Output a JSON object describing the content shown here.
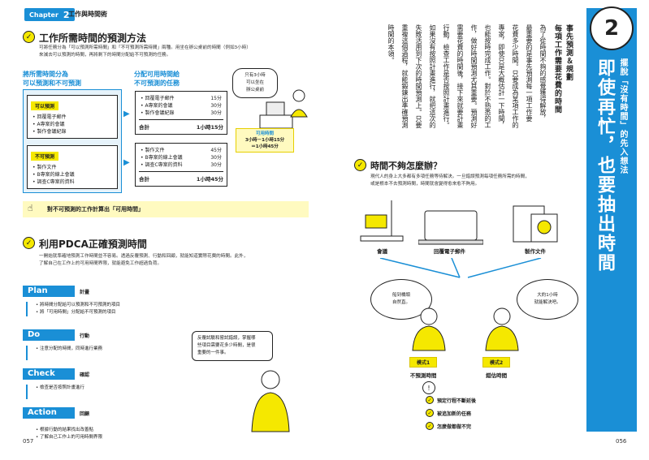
{
  "header": {
    "chapter_word": "Chapter",
    "chapter_num": "2",
    "chapter_title": "工作與時間術"
  },
  "sec1": {
    "title": "工作所需時間的預測方法",
    "body1": "可將任務分為「可以預測所需時間」和「不可預測所需時間」兩種。用坐在辦公桌前的時間（例如3小時）",
    "body2": "來減去可以預測的時間，再將剩下的時間分配給不可預測的任務。"
  },
  "diagram": {
    "left_head1": "將所需時間分為",
    "left_head2": "可以預測和不可預測",
    "mid_head1": "分配可用時間給",
    "mid_head2": "不可預測的任務",
    "bubble1": "只有3小時",
    "bubble2": "可以坐在",
    "bubble3": "辦公桌前",
    "pred_tag": "可以預測",
    "pred_items": [
      "回覆電子郵件",
      "A專案的會議",
      "製作會議紀錄"
    ],
    "unpred_tag": "不可預測",
    "unpred_items": [
      "製作文件",
      "B專案的線上會議",
      "調查C專案的資料"
    ],
    "pred_alloc": [
      {
        "task": "回覆電子郵件",
        "time": "15分"
      },
      {
        "task": "A專案的會議",
        "time": "30分"
      },
      {
        "task": "製作會議紀錄",
        "time": "30分"
      }
    ],
    "pred_total_label": "合計",
    "pred_total": "1小時15分",
    "unpred_alloc": [
      {
        "task": "製作文件",
        "time": "45分"
      },
      {
        "task": "B專案的線上會議",
        "time": "30分"
      },
      {
        "task": "調查C專案的資料",
        "time": "30分"
      }
    ],
    "unpred_total_label": "合計",
    "unpred_total": "1小時45分",
    "avail1": "可用時間",
    "avail2": "3小時－1小時15分",
    "avail3": "＝1小時45分",
    "caption": "對不可預測的工作計算出「可用時間」"
  },
  "sec2": {
    "title": "利用PDCA正確預測時間",
    "body1": "一開始就準確地預測工作時間並不容易。透過反覆預測、行動和回顧，就能知道實際花費的時間。此外，",
    "body2": "了解自己在工作上的可用時間界限，就能避免工作超過負荷。"
  },
  "pdca": [
    {
      "tag": "Plan",
      "label": "計畫",
      "items": [
        "將時間分配給可以預測和不可預測的項目",
        "將「可用時間」分配給不可預測的項目"
      ]
    },
    {
      "tag": "Do",
      "label": "行動",
      "items": [
        "注意分配的時間，同時進行業務"
      ]
    },
    {
      "tag": "Check",
      "label": "確認",
      "items": [
        "檢查是否按照計畫進行"
      ]
    },
    {
      "tag": "Action",
      "label": "回顧",
      "items": [
        "根據行動的結果找出改善點",
        "了解自己工作上的可用時間界限"
      ]
    }
  ],
  "speech": {
    "l1": "反覆試驗和嘗試錯誤，掌握哪",
    "l2": "些項目需要花多少時間，是很",
    "l3": "重要的一件事。"
  },
  "pages": {
    "left": "057",
    "right": "056"
  },
  "right": {
    "big_num": "2",
    "sub_title": "擺脫「沒有時間」的先入想法",
    "main_title": "即使再忙，也要抽出時間",
    "col_head": "事先預測＆規劃",
    "col_head2": "每項工作需要花費的時間",
    "col_lines": [
      "為了從時間不夠的感覺獲得解放，",
      "最重要的是事先預測每一項工作要",
      "花費多少時間。只要成為某項工作的",
      "專家，即使只是大概估計一下時間，",
      "也能按時完成工作。對於不熟悉的工",
      "作，做好時間預測尤其重要。預測好",
      "需要花費的時間後，接下來就要計畫",
      "行動，檢查工作是否按照計畫進行。",
      "如果沒有按照計畫進行，就把這次的",
      "失敗活用到下次的時間預測上。只要",
      "重複這個過程，就能鍛鍊出準確預測",
      "時間的本領。"
    ],
    "sec_title": "時間不夠怎麼辦？",
    "sec_body1": "現代人的身上大多都有多項任務等待解決。一旦錯誤預測每項任務所需的時間，",
    "sec_body2": "或是根本不去預測時間，時間就會變得愈來愈不夠用。",
    "items": [
      "會議",
      "回覆電子郵件",
      "製作文件"
    ],
    "cloud1_l1": "船到橋頭",
    "cloud1_l2": "自然直。",
    "cloud2_l1": "大約1小時",
    "cloud2_l2": "就能解決吧。",
    "mode1_tag": "模式1",
    "mode1_sub": "不預測時間",
    "mode2_tag": "模式2",
    "mode2_sub": "錯估時間",
    "tips": [
      "預定行程不斷延後",
      "被追加新的任務",
      "怎麼做都做不完"
    ]
  },
  "colors": {
    "accent": "#1a8fd6",
    "highlight": "#f5e800"
  }
}
